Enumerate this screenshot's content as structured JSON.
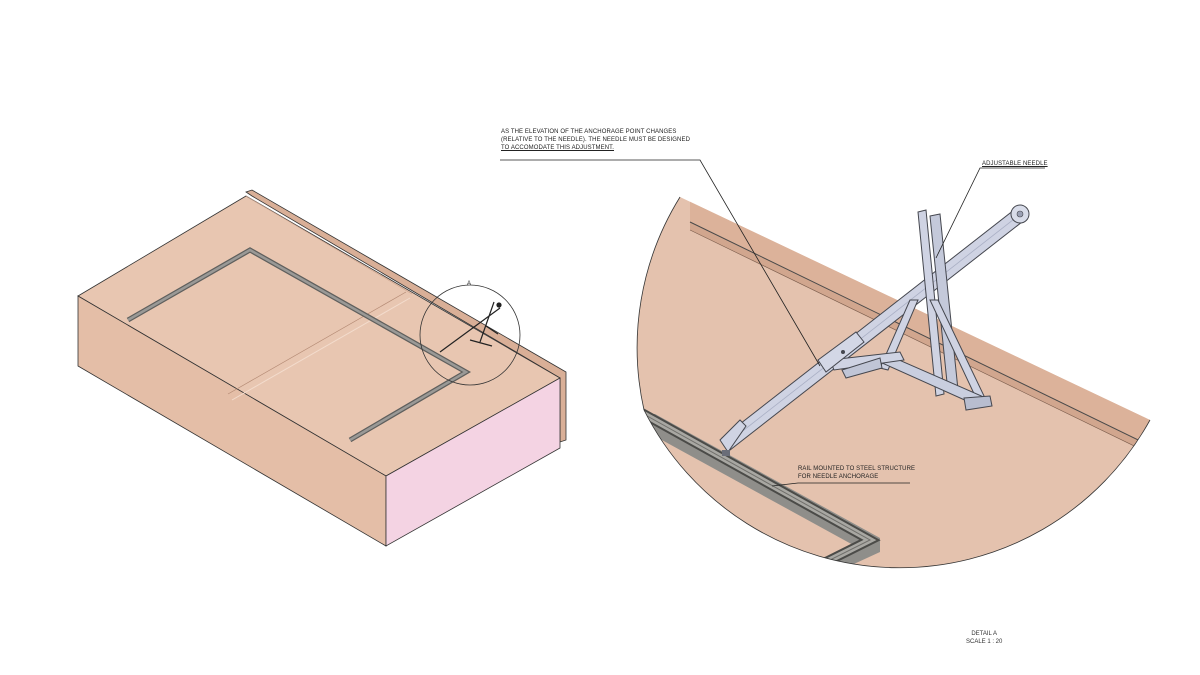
{
  "notes": {
    "anchorage_change": [
      "AS THE ELEVATION OF THE ANCHORAGE POINT CHANGES",
      "(RELATIVE TO THE NEEDLE). THE NEEDLE MUST BE DESIGNED",
      "TO ACCOMODATE THIS ADJUSTMENT."
    ],
    "adjustable_needle": "ADJUSTABLE NEEDLE",
    "rail": [
      "RAIL MOUNTED TO STEEL STRUCTURE",
      "FOR NEEDLE ANCHORAGE"
    ]
  },
  "detail_marker": "A",
  "detail_caption": {
    "title": "DETAIL A",
    "scale": "SCALE 1 : 20"
  },
  "colors": {
    "roof_top": "#e8c6b1",
    "roof_side": "#dcb39b",
    "roof_face_pink": "#f4d3e3",
    "rail": "#9a9996",
    "rail_dark": "#5f5f5d",
    "needle": "#cfd3e3",
    "needle_edge": "#45474f",
    "line": "#222222"
  }
}
